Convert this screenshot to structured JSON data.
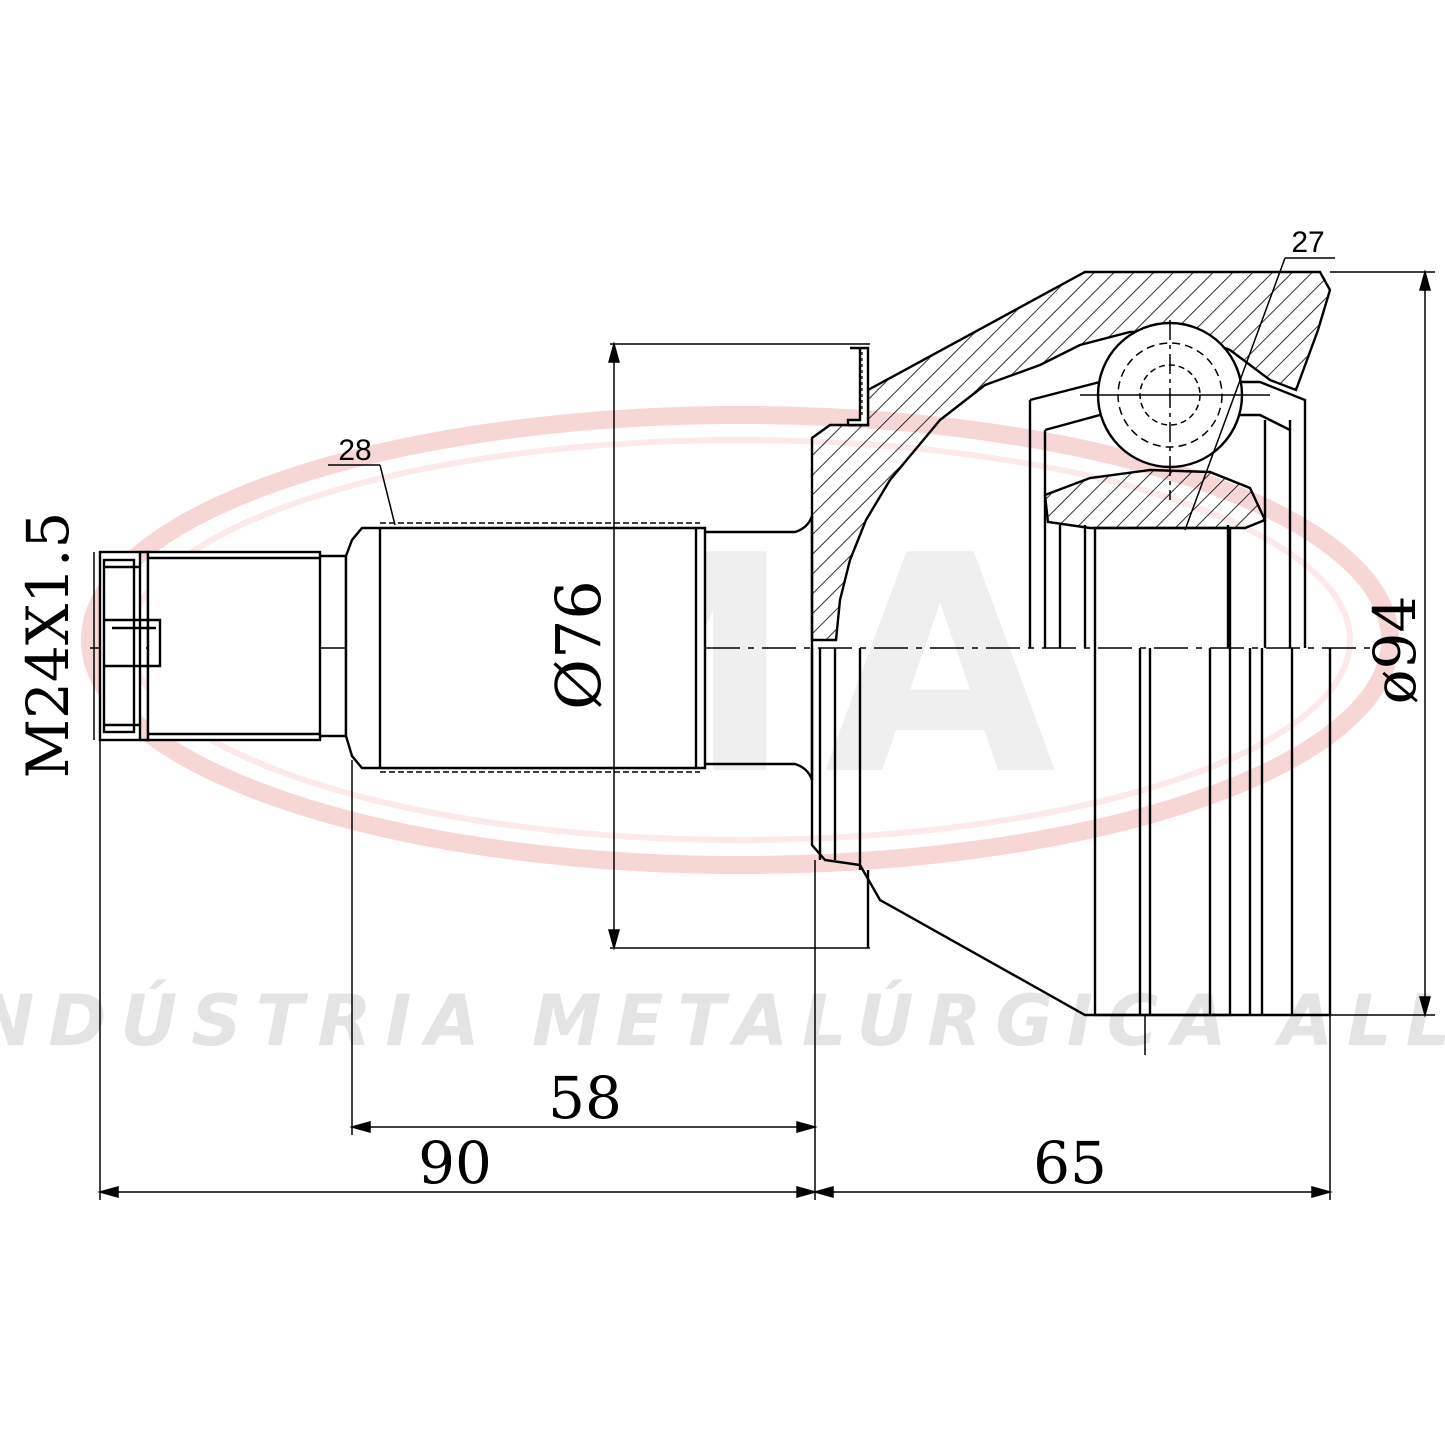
{
  "watermark": {
    "brand": "IMA",
    "tagline": "INDÚSTRIA METALÚRGICA ALLI",
    "ring_color": "#f4c8c8",
    "text_color": "#e4e4e4"
  },
  "part_labels": {
    "left": "28",
    "right": "27"
  },
  "dimensions": {
    "thread": "M24X1.5",
    "shaft_diameter": "Ø76",
    "outer_diameter": "ø94",
    "length_58": "58",
    "length_90": "90",
    "length_65": "65"
  },
  "colors": {
    "line": "#000000",
    "background": "#ffffff"
  }
}
